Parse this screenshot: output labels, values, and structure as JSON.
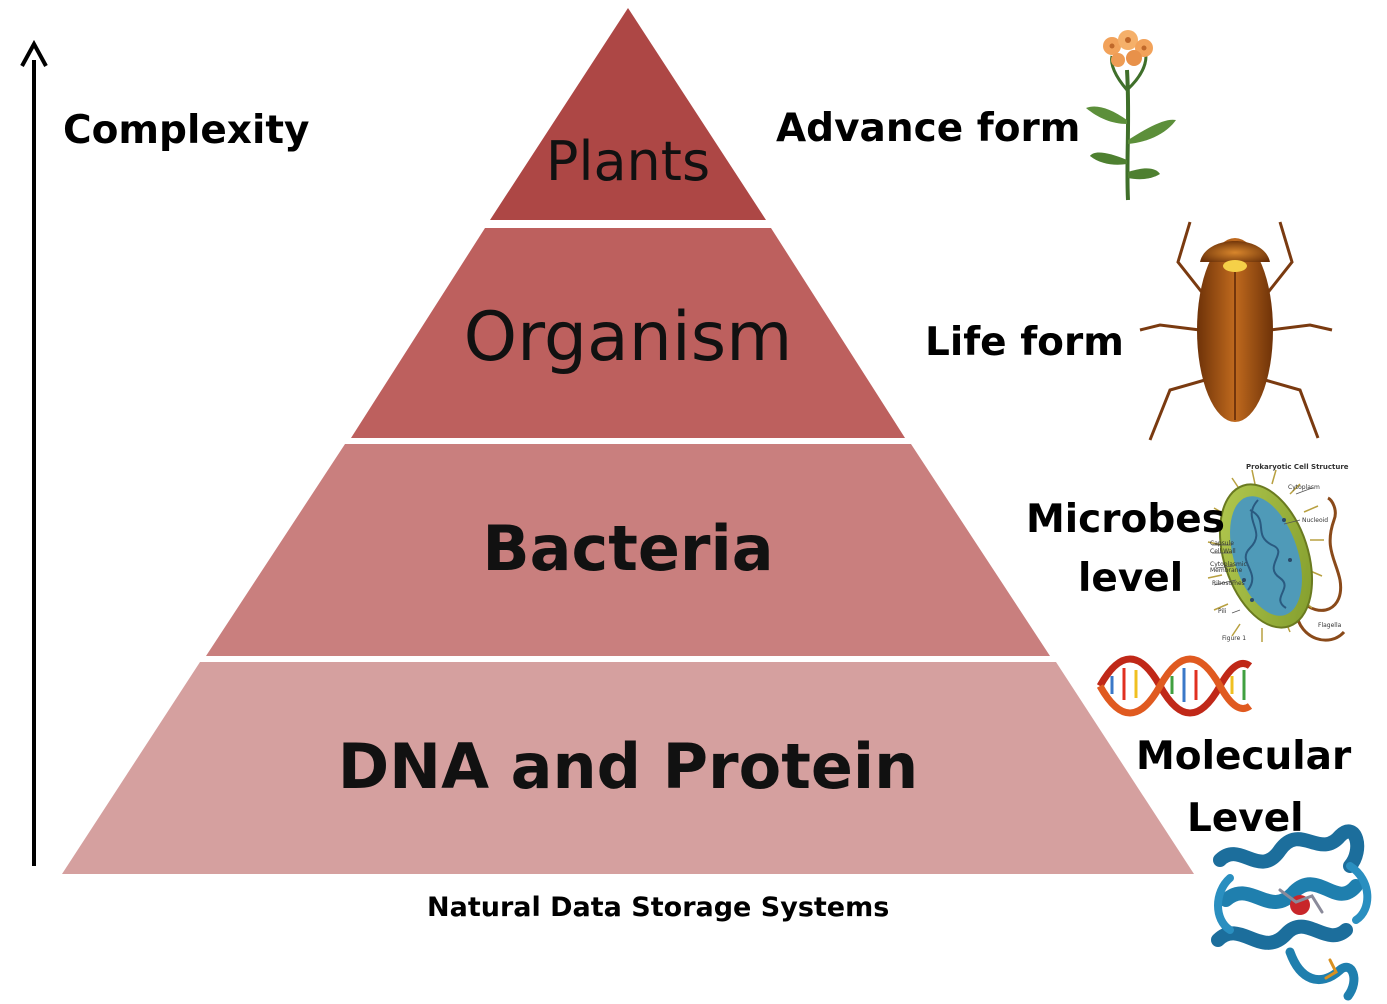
{
  "diagram": {
    "axis_label": "Complexity",
    "caption": "Natural Data Storage Systems",
    "tiers": [
      {
        "label": "Plants",
        "color": "#ad4745",
        "side_label": "Advance form"
      },
      {
        "label": "Organism",
        "color": "#bd605e",
        "side_label": "Life form"
      },
      {
        "label": "Bacteria",
        "color": "#c97f7e",
        "side_label_lines": [
          "Microbes",
          "level"
        ]
      },
      {
        "label": "DNA and Protein",
        "color": "#d5a09f",
        "side_label_lines": [
          "Molecular",
          "Level"
        ]
      }
    ],
    "cell_figure": {
      "title": "Prokaryotic Cell Structure",
      "labels": [
        "Cytoplasm",
        "Nucleoid",
        "Capsule",
        "Cell Wall",
        "Cytoplasmic Membrane",
        "Ribosomes",
        "Pili",
        "Flagella",
        "Figure 1"
      ]
    }
  }
}
